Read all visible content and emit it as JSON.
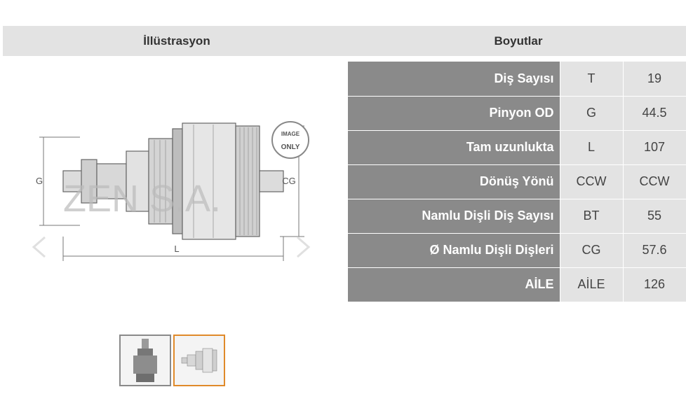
{
  "header": {
    "left_title": "İllüstrasyon",
    "right_title": "Boyutlar"
  },
  "illustration": {
    "watermark": "ZEN S.A.",
    "badge_line1": "IMAGE",
    "badge_line2": "ONLY",
    "dim_g": "G",
    "dim_cg": "CG",
    "dim_l": "L"
  },
  "dimensions": [
    {
      "label": "Diş Sayısı",
      "code": "T",
      "value": "19"
    },
    {
      "label": "Pinyon OD",
      "code": "G",
      "value": "44.5"
    },
    {
      "label": "Tam uzunlukta",
      "code": "L",
      "value": "107"
    },
    {
      "label": "Dönüş Yönü",
      "code": "CCW",
      "value": "CCW"
    },
    {
      "label": "Namlu Dişli Diş Sayısı",
      "code": "BT",
      "value": "55"
    },
    {
      "label": "Ø Namlu Dişli Dişleri",
      "code": "CG",
      "value": "57.6"
    },
    {
      "label": "AİLE",
      "code": "AİLE",
      "value": "126"
    }
  ],
  "thumbnails": {
    "count": 2,
    "active_index": 1
  },
  "colors": {
    "header_bg": "#e3e3e3",
    "label_bg": "#8a8a8a",
    "active_thumb_border": "#e08a2a"
  }
}
